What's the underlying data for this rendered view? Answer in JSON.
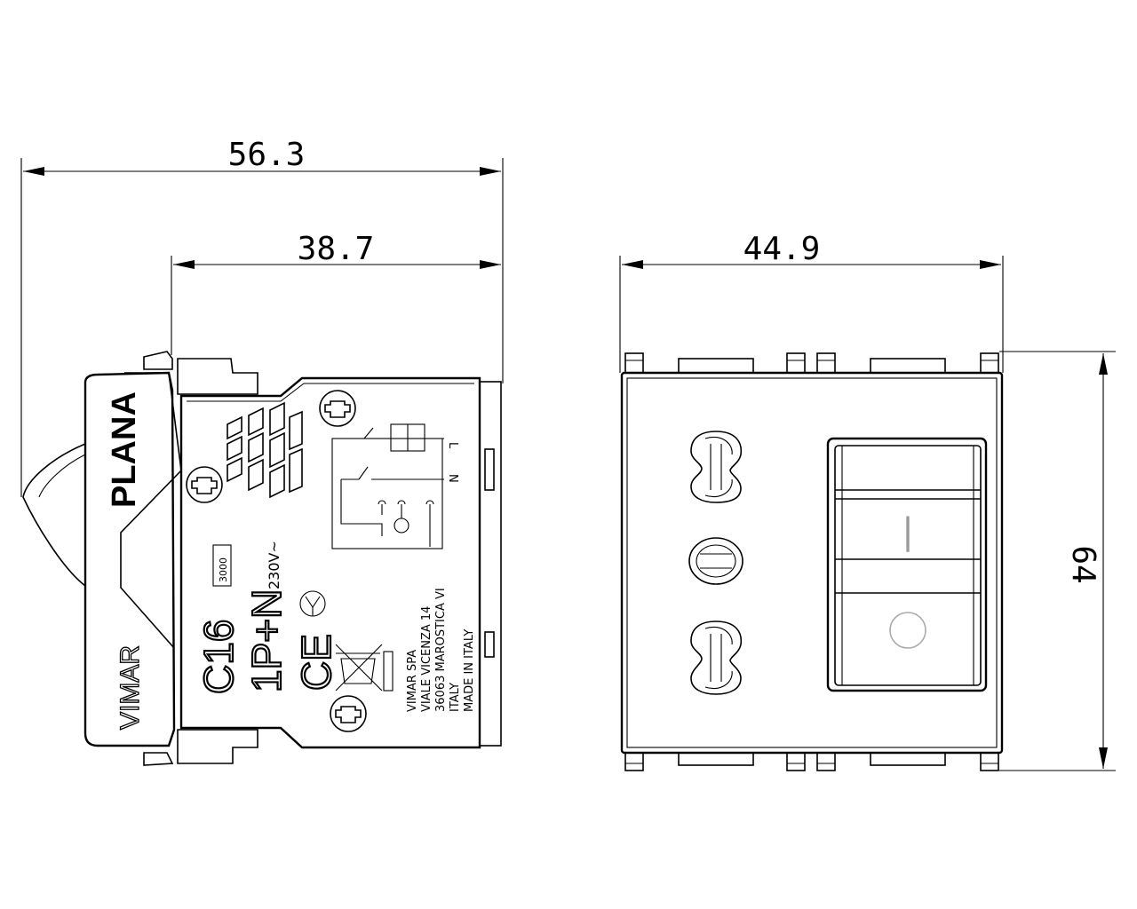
{
  "dimensions": {
    "overall_depth": "56.3",
    "body_depth": "38.7",
    "front_width": "44.9",
    "front_height": "64"
  },
  "side_view": {
    "brand_top": "PLANA",
    "brand_bottom": "VIMAR",
    "rating_current": "C16",
    "rating_poles": "1P+N",
    "ce_mark": "CE",
    "breaking_capacity": "3000",
    "voltage": "230V~",
    "circuit_labels": {
      "line": "L",
      "neutral": "N"
    },
    "manufacturer_lines": [
      "VIMAR SPA",
      "VIALE VICENZA 14",
      "36063 MAROSTICA VI",
      "ITALY",
      "MADE IN ITALY"
    ]
  },
  "front_view": {
    "switch_mark": "|"
  }
}
